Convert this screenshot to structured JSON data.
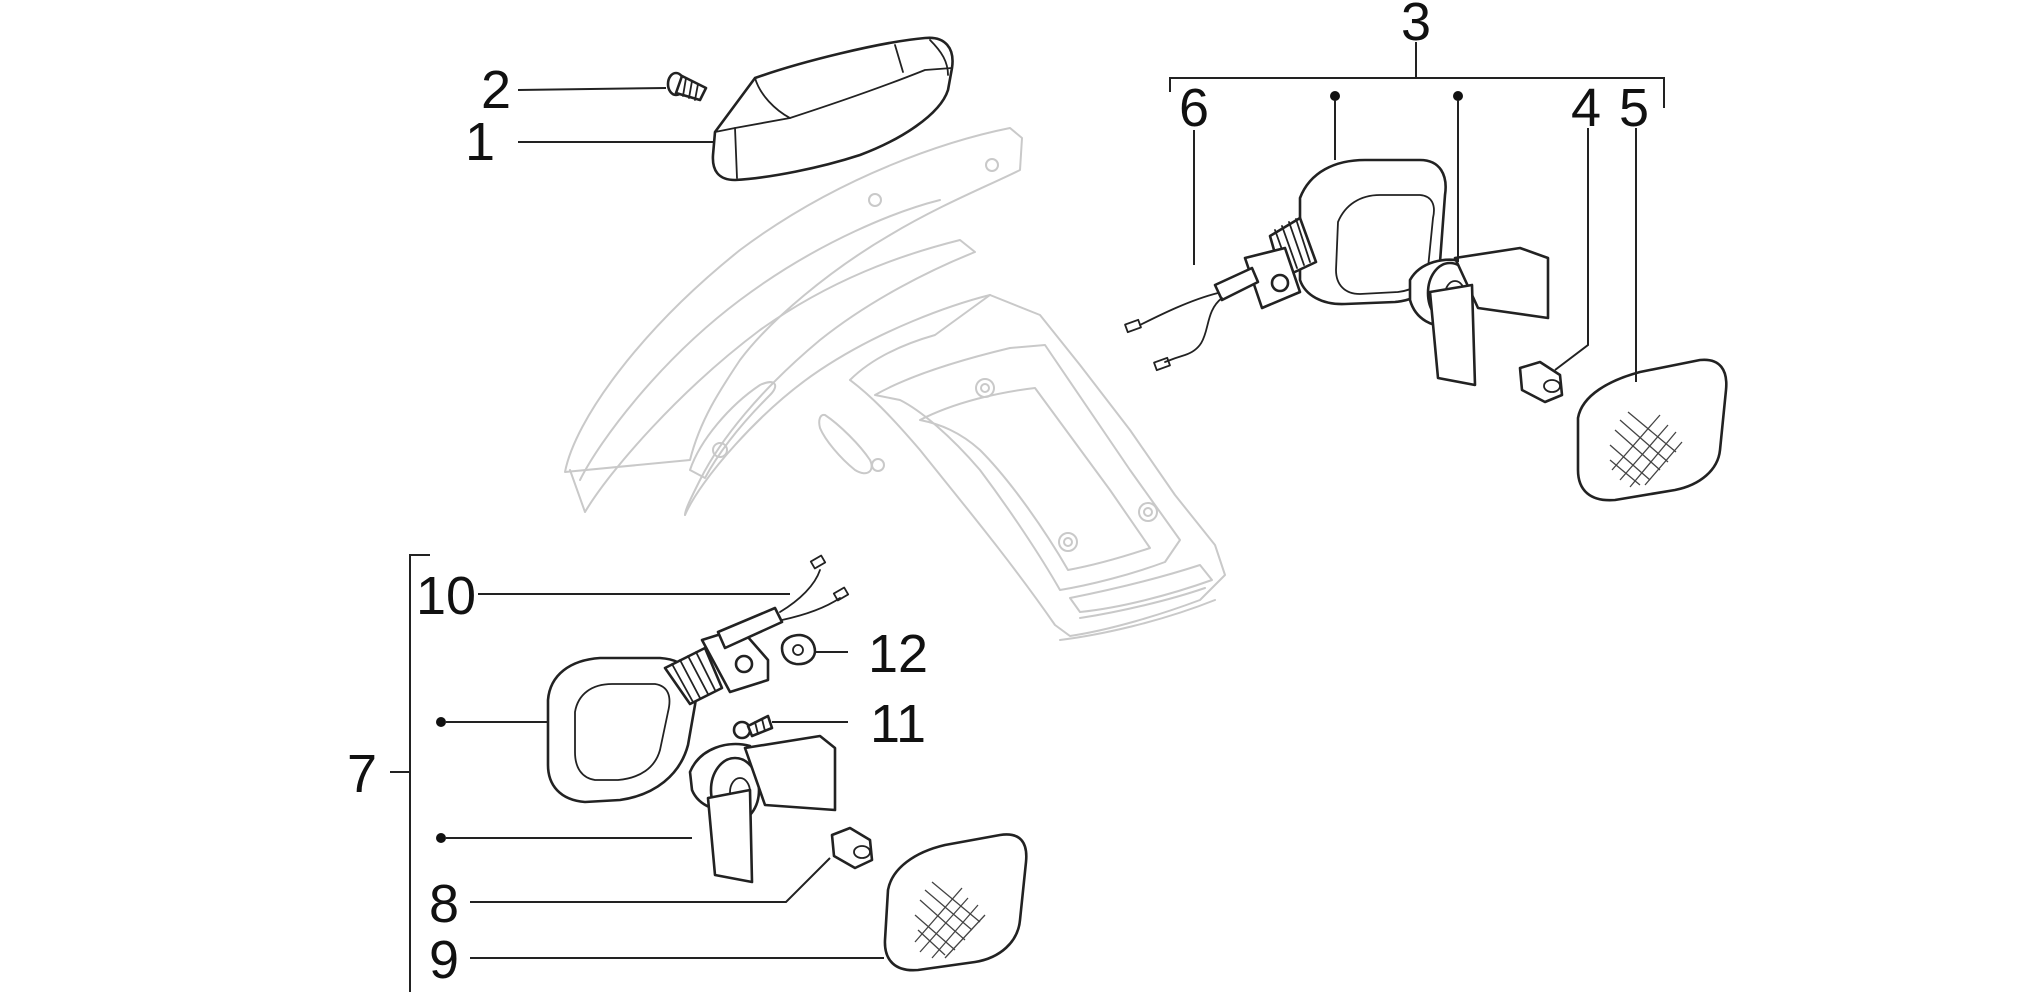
{
  "callouts": {
    "c1": "1",
    "c2": "2",
    "c3": "3",
    "c4": "4",
    "c5": "5",
    "c6": "6",
    "c7": "7",
    "c8": "8",
    "c9": "9",
    "c10": "10",
    "c11": "11",
    "c12": "12"
  },
  "colors": {
    "line": "#222222",
    "ghost_outline": "#c9c9c9",
    "background": "#ffffff"
  }
}
